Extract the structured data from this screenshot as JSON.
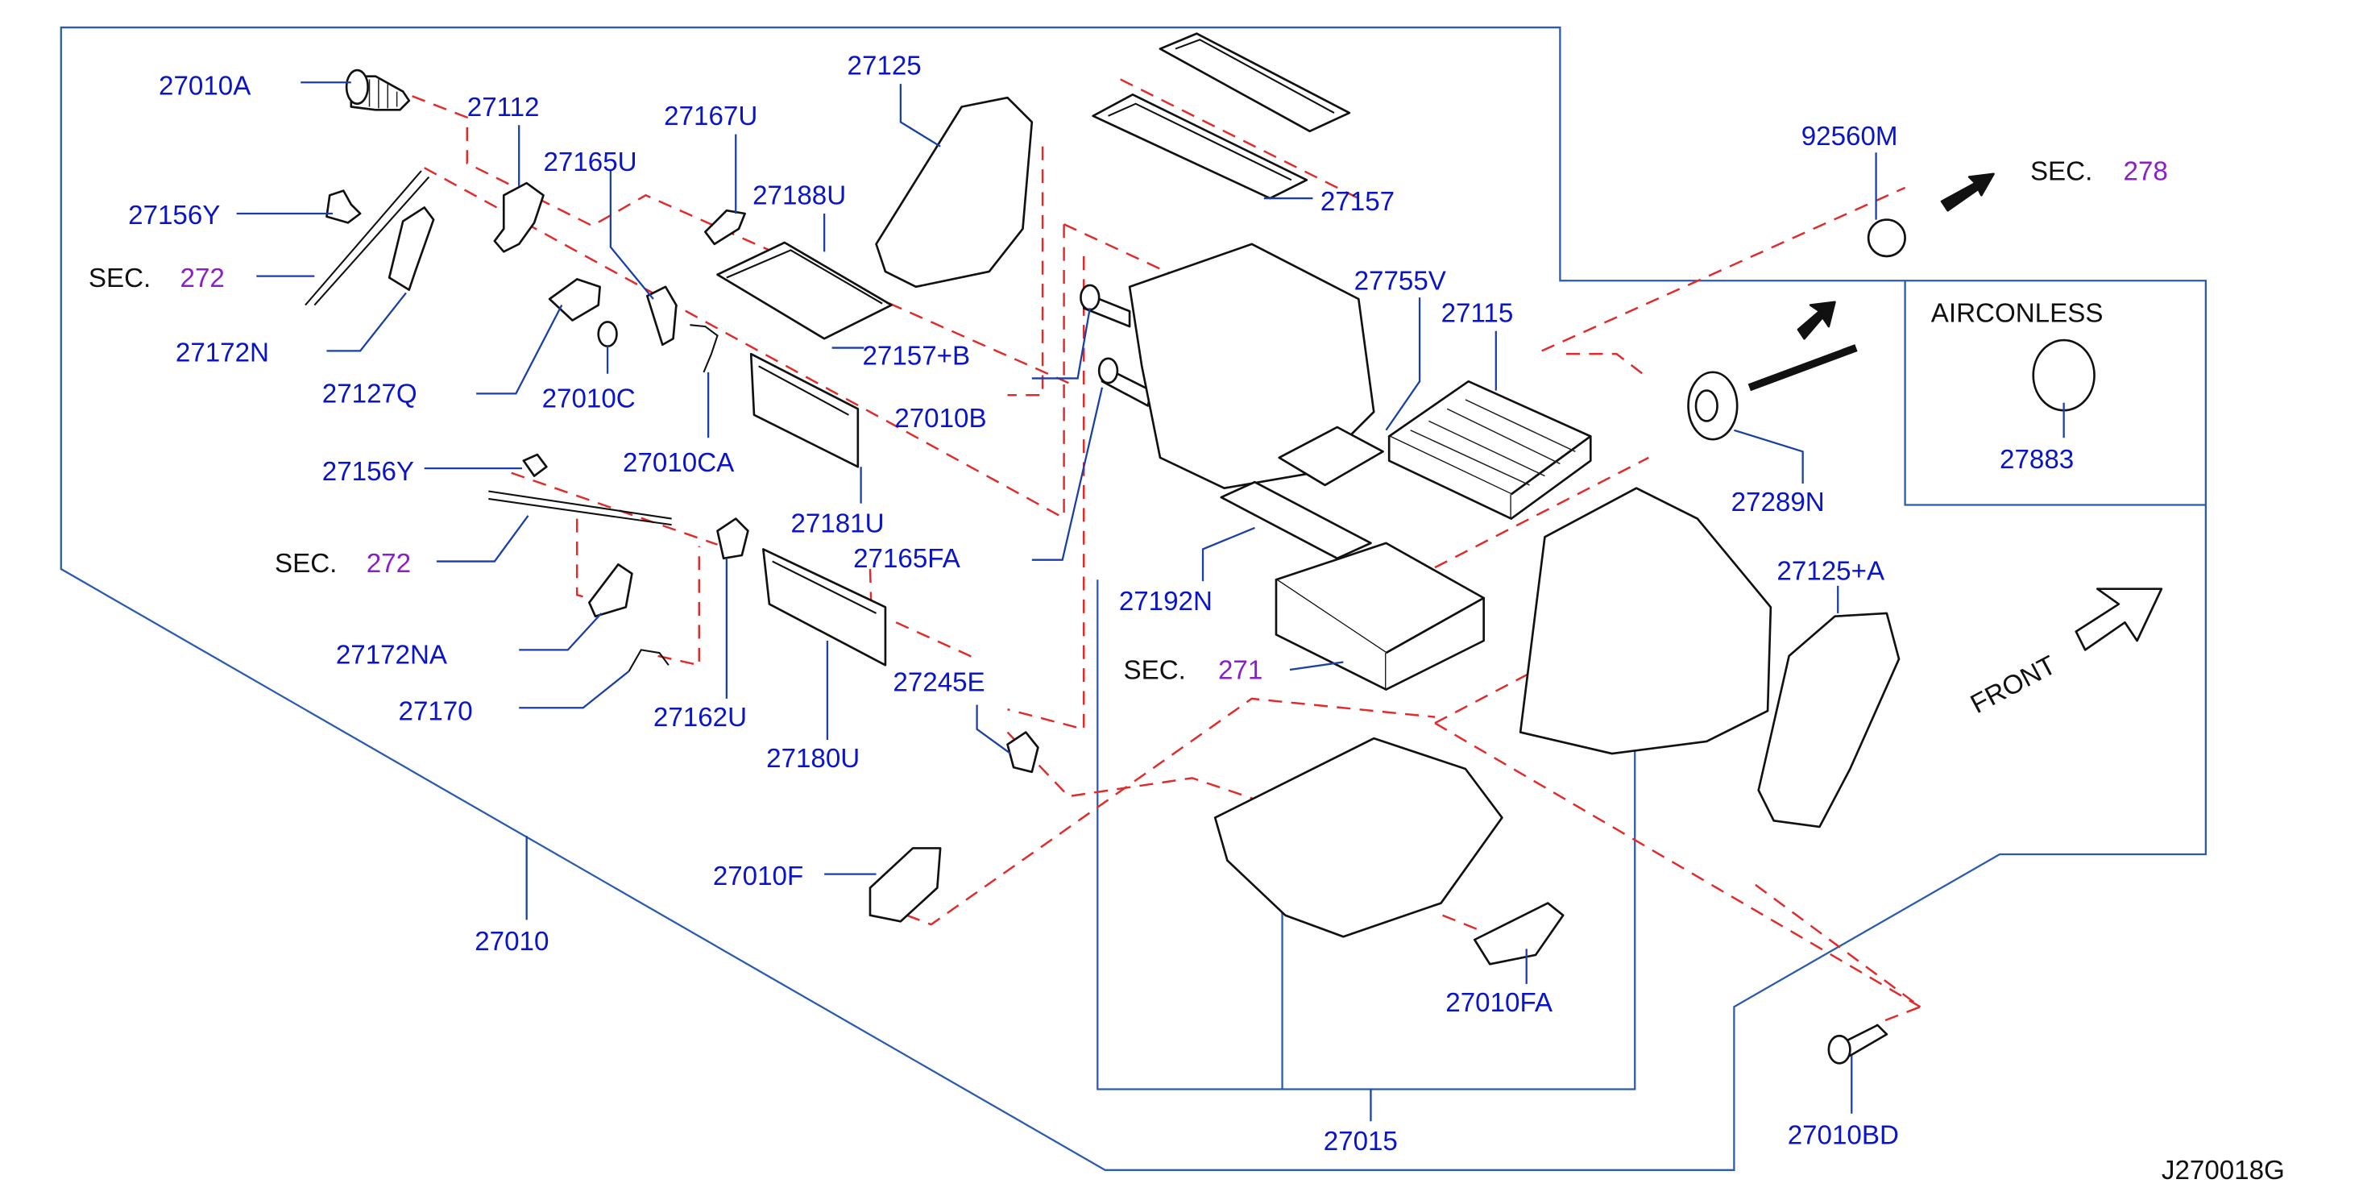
{
  "diagram_code": "J270018G",
  "sec_prefix": "SEC.",
  "labels": {
    "p27010A": "27010A",
    "p27112": "27112",
    "p27125": "27125",
    "p27167U": "27167U",
    "p27165U": "27165U",
    "p27188U": "27188U",
    "p27156Y_a": "27156Y",
    "p27172N": "27172N",
    "p27127Q": "27127Q",
    "p27010C": "27010C",
    "p27157B": "27157+B",
    "p27010CA": "27010CA",
    "p27010B": "27010B",
    "p27157": "27157",
    "p27755V": "27755V",
    "p27115": "27115",
    "p92560M": "92560M",
    "p27883": "27883",
    "p27289N": "27289N",
    "p27156Y_b": "27156Y",
    "p27181U": "27181U",
    "p27165FA": "27165FA",
    "p27192N": "27192N",
    "p27125A": "27125+A",
    "p27172NA": "27172NA",
    "p27170": "27170",
    "p27162U": "27162U",
    "p27180U": "27180U",
    "p27245E": "27245E",
    "p27010F": "27010F",
    "p27010": "27010",
    "p27010FA": "27010FA",
    "p27015": "27015",
    "p27010BD": "27010BD"
  },
  "sections": {
    "sec272_a": "272",
    "sec272_b": "272",
    "sec271": "271",
    "sec278": "278"
  },
  "notes": {
    "airconless": "AIRCONLESS",
    "front": "FRONT"
  },
  "colors": {
    "part_number": "#0a14c8",
    "section_ref": "#8a1fc9",
    "phantom_line": "#e22a2a",
    "frame_line": "#2b5bb0"
  }
}
